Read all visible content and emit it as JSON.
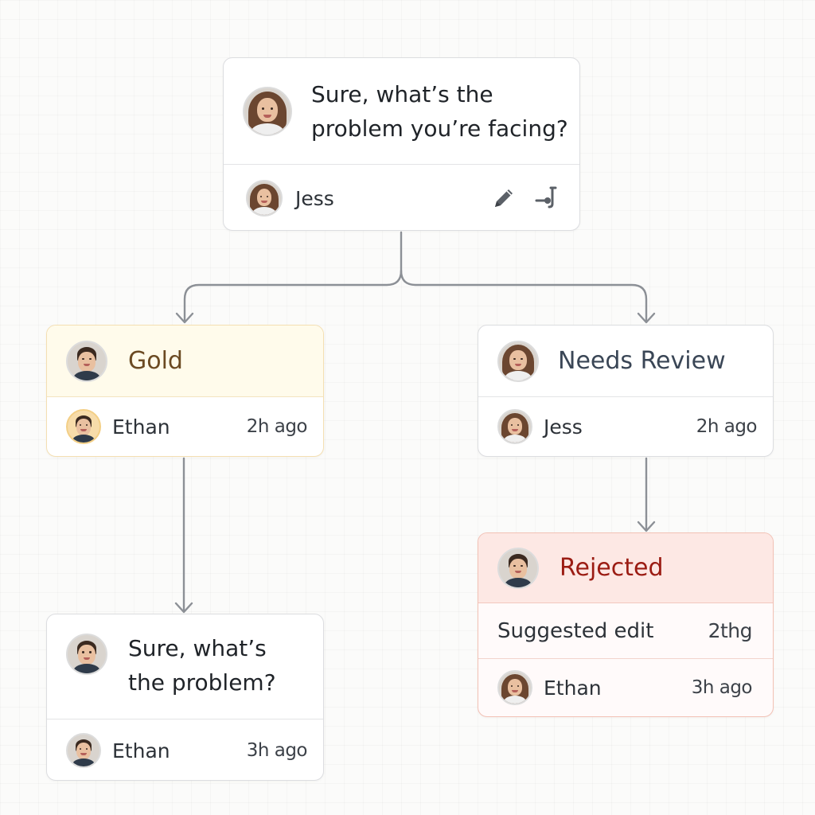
{
  "root": {
    "message": "Sure, what’s the problem you’re facing?",
    "author": "Jess",
    "actions": [
      {
        "icon": "pencil-icon"
      },
      {
        "icon": "branch-icon"
      }
    ]
  },
  "gold": {
    "label": "Gold",
    "author": "Ethan",
    "time": "2h ago"
  },
  "needs_review": {
    "label": "Needs Review",
    "author": "Jess",
    "time": "2h ago"
  },
  "child": {
    "message": "Sure, what’s the problem?",
    "author": "Ethan",
    "time": "3h ago"
  },
  "rejected": {
    "label": "Rejected",
    "note": "Suggested edit",
    "note_time": "2thg",
    "author": "Ethan",
    "time": "3h ago"
  },
  "colors": {
    "gold_bg": "#fffbeb",
    "gold_border": "#f4dfb2",
    "gold_text": "#6b4a22",
    "rejected_bg": "#fde8e4",
    "rejected_border": "#f2c1b5",
    "rejected_text": "#9b1c13",
    "connector": "#8c9096"
  }
}
